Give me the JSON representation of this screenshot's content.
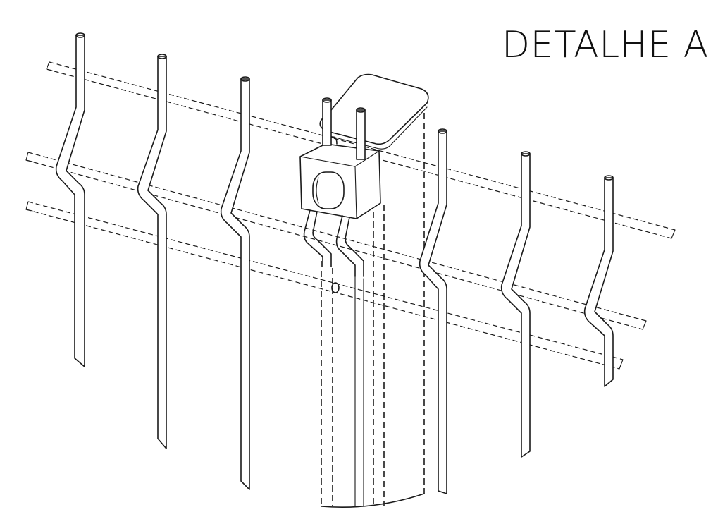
{
  "title": "DETALHE A",
  "colors": {
    "line": "#1a1a1a",
    "background": "#ffffff"
  },
  "components": [
    "horizontal-rail-top",
    "horizontal-rail-middle",
    "horizontal-rail-bottom",
    "vertical-wire",
    "fence-post",
    "post-cap",
    "fixing-clamp"
  ]
}
